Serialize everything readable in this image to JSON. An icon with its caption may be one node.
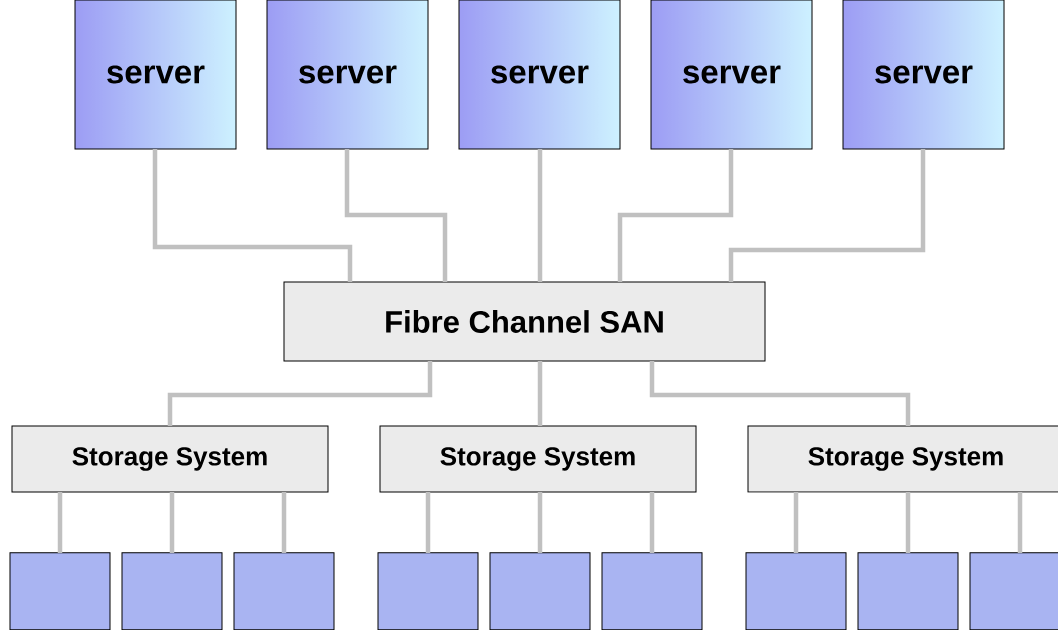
{
  "diagram": {
    "nodes": [
      {
        "text": [
          "server"
        ]
      },
      {
        "text": [
          "server"
        ]
      },
      {
        "text": [
          "server"
        ]
      },
      {
        "text": [
          "server"
        ]
      },
      {
        "text": [
          "server"
        ]
      },
      {
        "text": [
          "Fibre Channel SAN"
        ]
      },
      {
        "text": [
          "Storage System"
        ]
      },
      {
        "text": [
          "Storage System"
        ]
      },
      {
        "text": [
          "Storage System"
        ]
      },
      {
        "text": [],
        "shape": "cylinder"
      },
      {
        "text": [],
        "shape": "cylinder"
      },
      {
        "text": [],
        "shape": "cylinder"
      },
      {
        "text": [],
        "shape": "cylinder"
      },
      {
        "text": [],
        "shape": "cylinder"
      },
      {
        "text": [],
        "shape": "cylinder"
      },
      {
        "text": [],
        "shape": "cylinder"
      },
      {
        "text": [],
        "shape": "cylinder"
      },
      {
        "text": [],
        "shape": "cylinder"
      }
    ],
    "edges": [
      {
        "from": 0,
        "to": 5,
        "arrow": "none"
      },
      {
        "from": 1,
        "to": 5,
        "arrow": "none"
      },
      {
        "from": 2,
        "to": 5,
        "arrow": "none"
      },
      {
        "from": 3,
        "to": 5,
        "arrow": "none"
      },
      {
        "from": 4,
        "to": 5,
        "arrow": "none"
      },
      {
        "from": 5,
        "to": 6,
        "arrow": "none"
      },
      {
        "from": 5,
        "to": 7,
        "arrow": "none"
      },
      {
        "from": 5,
        "to": 8,
        "arrow": "none"
      },
      {
        "from": 6,
        "to": 9,
        "arrow": "none"
      },
      {
        "from": 6,
        "to": 10,
        "arrow": "none"
      },
      {
        "from": 6,
        "to": 11,
        "arrow": "none"
      },
      {
        "from": 7,
        "to": 12,
        "arrow": "none"
      },
      {
        "from": 7,
        "to": 13,
        "arrow": "none"
      },
      {
        "from": 7,
        "to": 14,
        "arrow": "none"
      },
      {
        "from": 8,
        "to": 15,
        "arrow": "none"
      },
      {
        "from": 8,
        "to": 16,
        "arrow": "none"
      },
      {
        "from": 8,
        "to": 17,
        "arrow": "none"
      }
    ]
  }
}
